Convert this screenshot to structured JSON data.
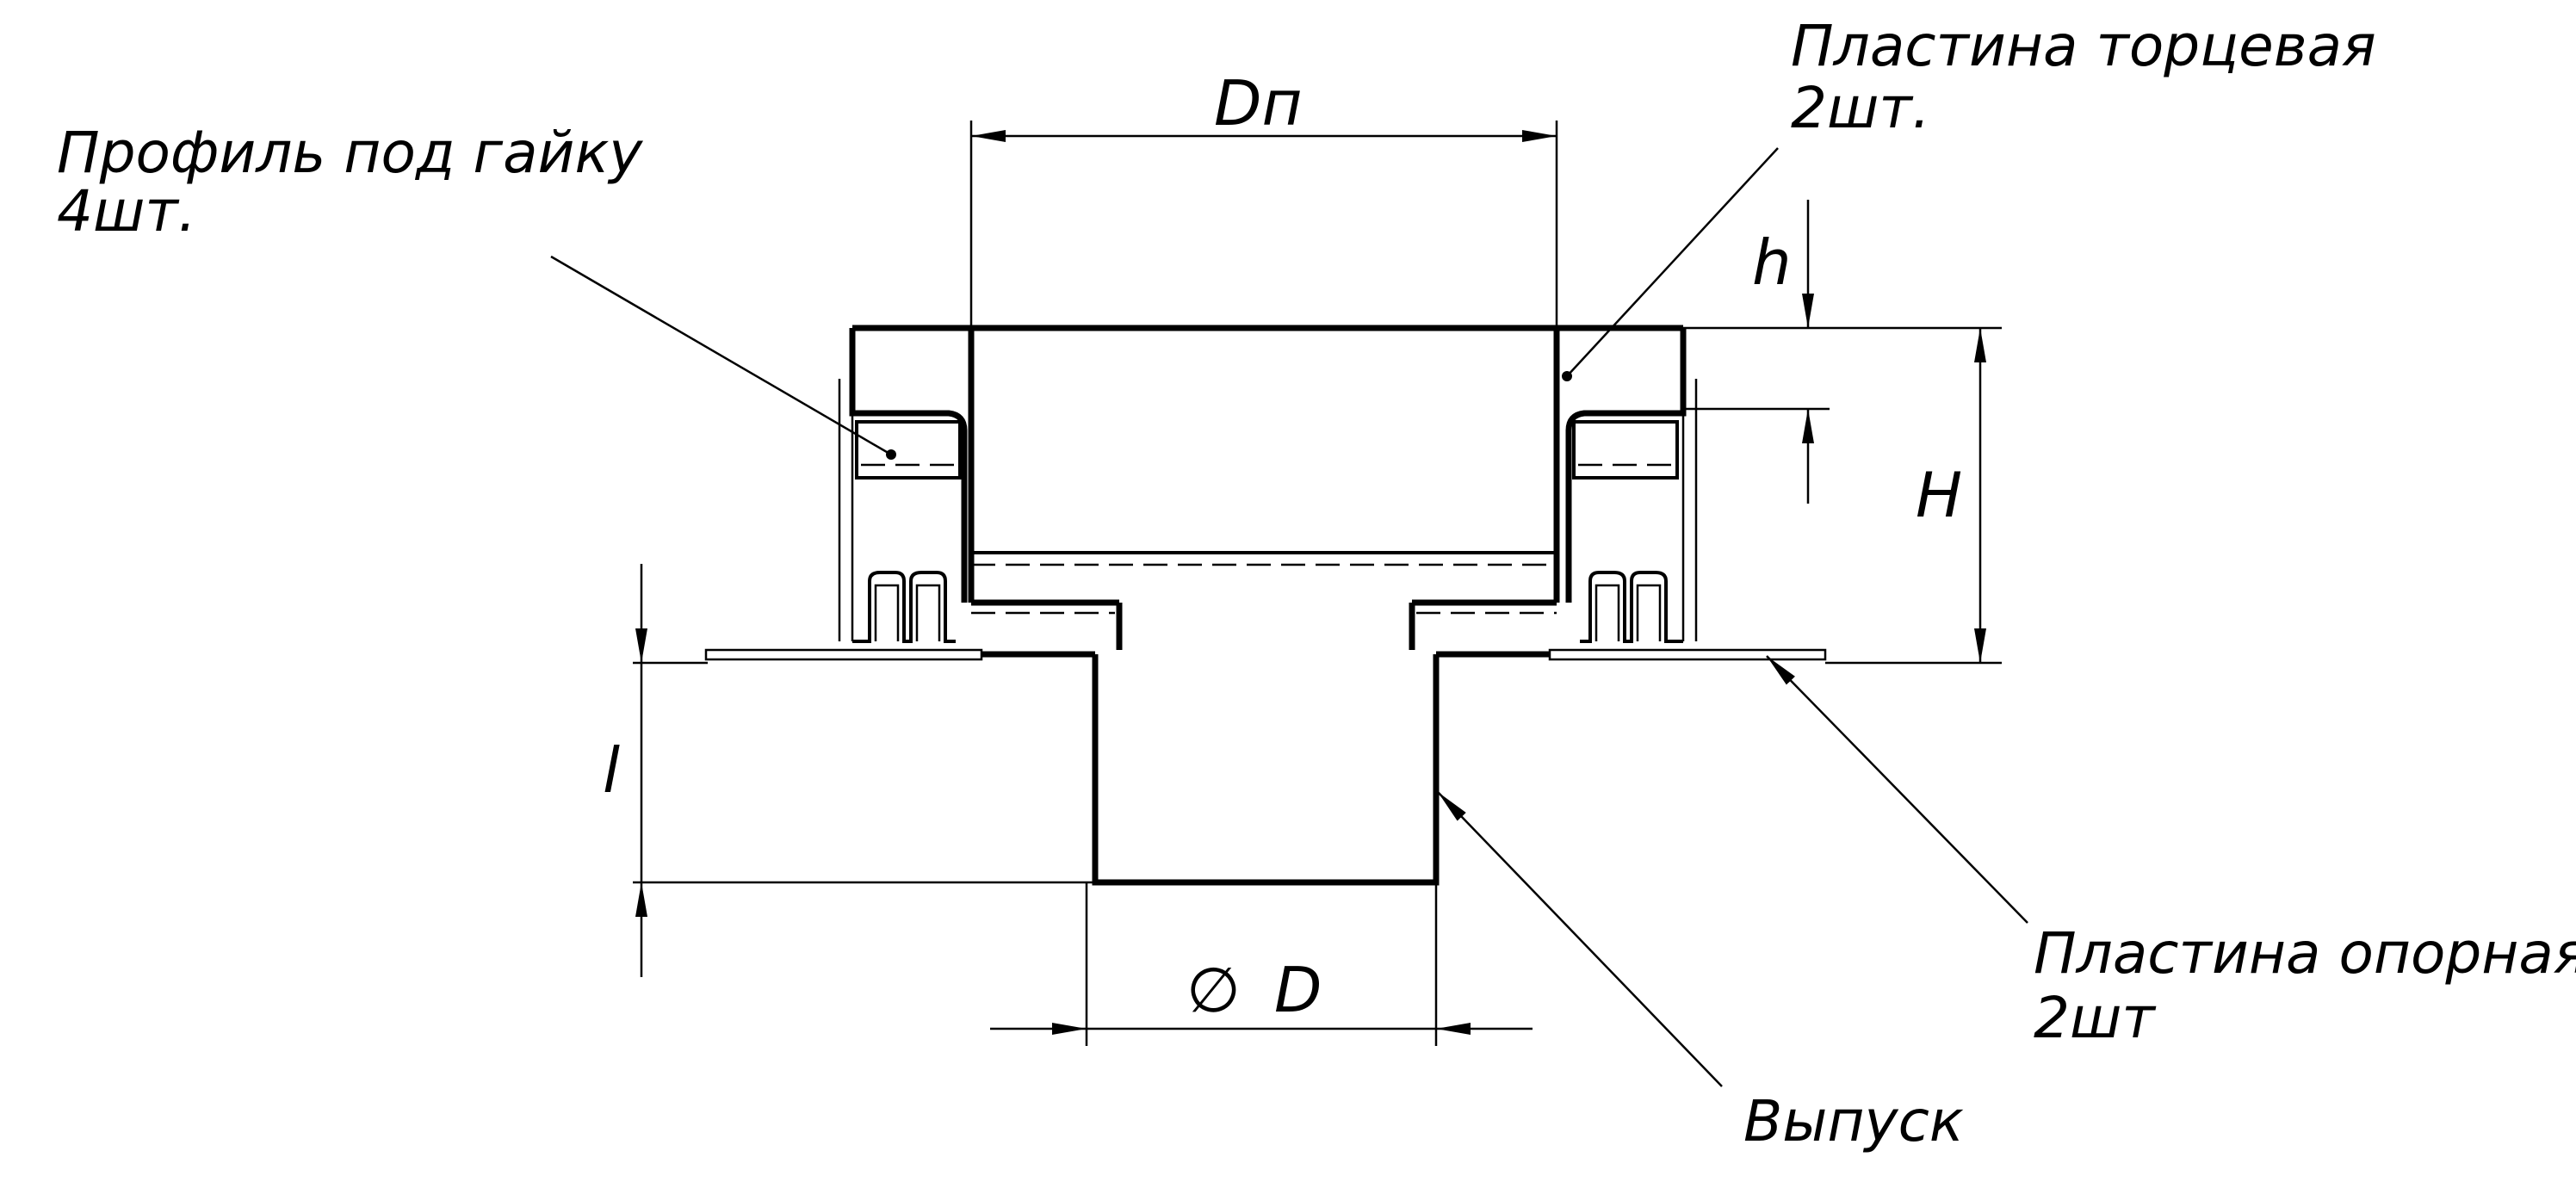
{
  "labels": {
    "profile_line1": "Профиль под гайку",
    "profile_line2": "4шт.",
    "end_plate_line1": "Пластина торцевая",
    "end_plate_line2": "2шт.",
    "support_plate_line1": "Пластина опорная",
    "support_plate_line2": "2шт",
    "outlet": "Выпуск"
  },
  "dimensions": {
    "dn": "Dп",
    "h_small": "h",
    "h_large": "H",
    "l": "l",
    "d": "D",
    "diameter_symbol": "∅"
  },
  "colors": {
    "line": "#000000",
    "background": "#ffffff"
  }
}
